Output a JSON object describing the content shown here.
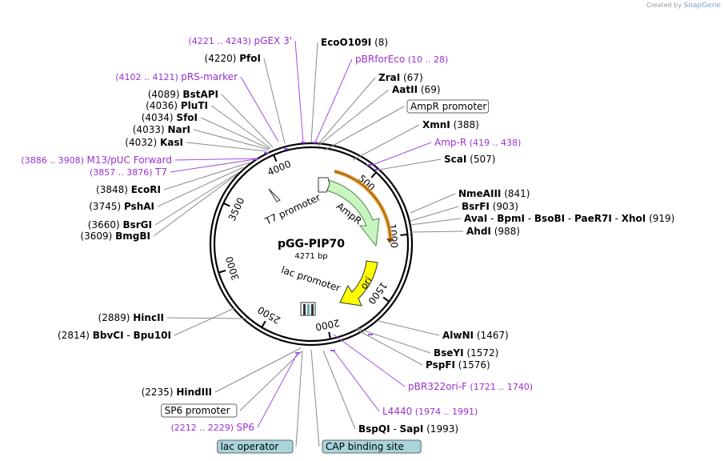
{
  "credit": {
    "prefix": "Created by",
    "brand": "SnapGene"
  },
  "plasmid": {
    "name": "pGG-PIP70",
    "length_label": "4271 bp",
    "length": 4271
  },
  "ring_ticks": [
    "500",
    "1000",
    "1500",
    "2000",
    "2500",
    "3000",
    "3500",
    "4000"
  ],
  "features": {
    "ampr": "AmpR",
    "ori": "ori",
    "t7_promoter": "T7 promoter",
    "lac_promoter": "lac promoter"
  },
  "right_labels": [
    {
      "name": "EcoO109I",
      "num": "(8)"
    },
    {
      "fname": "pBRforEco",
      "range": "(10 .. 28)"
    },
    {
      "name": "ZraI",
      "num": "(67)"
    },
    {
      "name": "AatII",
      "num": "(69)"
    },
    {
      "boxed": "AmpR promoter"
    },
    {
      "name": "XmnI",
      "num": "(388)"
    },
    {
      "fname": "Amp-R",
      "range": "(419 .. 438)"
    },
    {
      "name": "ScaI",
      "num": "(507)"
    },
    {
      "name": "NmeAIII",
      "num": "(841)"
    },
    {
      "name": "BsrFI",
      "num": "(903)"
    },
    {
      "multi": [
        "AvaI",
        "BpmI",
        "BsoBI",
        "PaeR7I",
        "XhoI"
      ],
      "sep": "-",
      "num": "(919)"
    },
    {
      "name": "AhdI",
      "num": "(988)"
    },
    {
      "name": "AlwNI",
      "num": "(1467)"
    },
    {
      "name": "BseYI",
      "num": "(1572)"
    },
    {
      "name": "PspFI",
      "num": "(1576)"
    },
    {
      "fname": "pBR322ori-F",
      "range": "(1721 .. 1740)"
    },
    {
      "fname": "L4440",
      "range": "(1974 .. 1991)"
    },
    {
      "multi": [
        "BspQI",
        "SapI"
      ],
      "sep": "-",
      "num": "(1993)"
    },
    {
      "boxed_blue": "CAP binding site"
    }
  ],
  "left_labels": [
    {
      "range": "(4221 .. 4243)",
      "fname": "pGEX 3'"
    },
    {
      "num": "(4220)",
      "name": "PfoI"
    },
    {
      "range": "(4102 .. 4121)",
      "fname": "pRS-marker"
    },
    {
      "num": "(4089)",
      "name": "BstAPI"
    },
    {
      "num": "(4036)",
      "name": "PluTI"
    },
    {
      "num": "(4034)",
      "name": "SfoI"
    },
    {
      "num": "(4033)",
      "name": "NarI"
    },
    {
      "num": "(4032)",
      "name": "KasI"
    },
    {
      "range": "(3886 .. 3908)",
      "fname": "M13/pUC Forward"
    },
    {
      "range": "(3857 .. 3876)",
      "fname": "T7"
    },
    {
      "num": "(3848)",
      "name": "EcoRI"
    },
    {
      "num": "(3745)",
      "name": "PshAI"
    },
    {
      "num": "(3660)",
      "name": "BsrGI"
    },
    {
      "num": "(3609)",
      "name": "BmgBI"
    },
    {
      "num": "(2889)",
      "name": "HincII"
    },
    {
      "num": "(2814)",
      "multi": [
        "BbvCI",
        "Bpu10I"
      ],
      "sep": "-"
    },
    {
      "num": "(2235)",
      "name": "HindIII"
    },
    {
      "boxed": "SP6 promoter"
    },
    {
      "range": "(2212 .. 2229)",
      "fname": "SP6"
    },
    {
      "boxed_blue": "lac operator"
    }
  ],
  "colors": {
    "enzyme": "#000000",
    "feature_label": "#9b30d0",
    "leader": "#8a8a8a",
    "ampr_fill": "#c8f5c0",
    "ampr_primer": "#e8a23a",
    "ori_fill": "#ffff00",
    "box_blue": "#a8d4dc",
    "credit_brand": "#7aa0c8"
  }
}
